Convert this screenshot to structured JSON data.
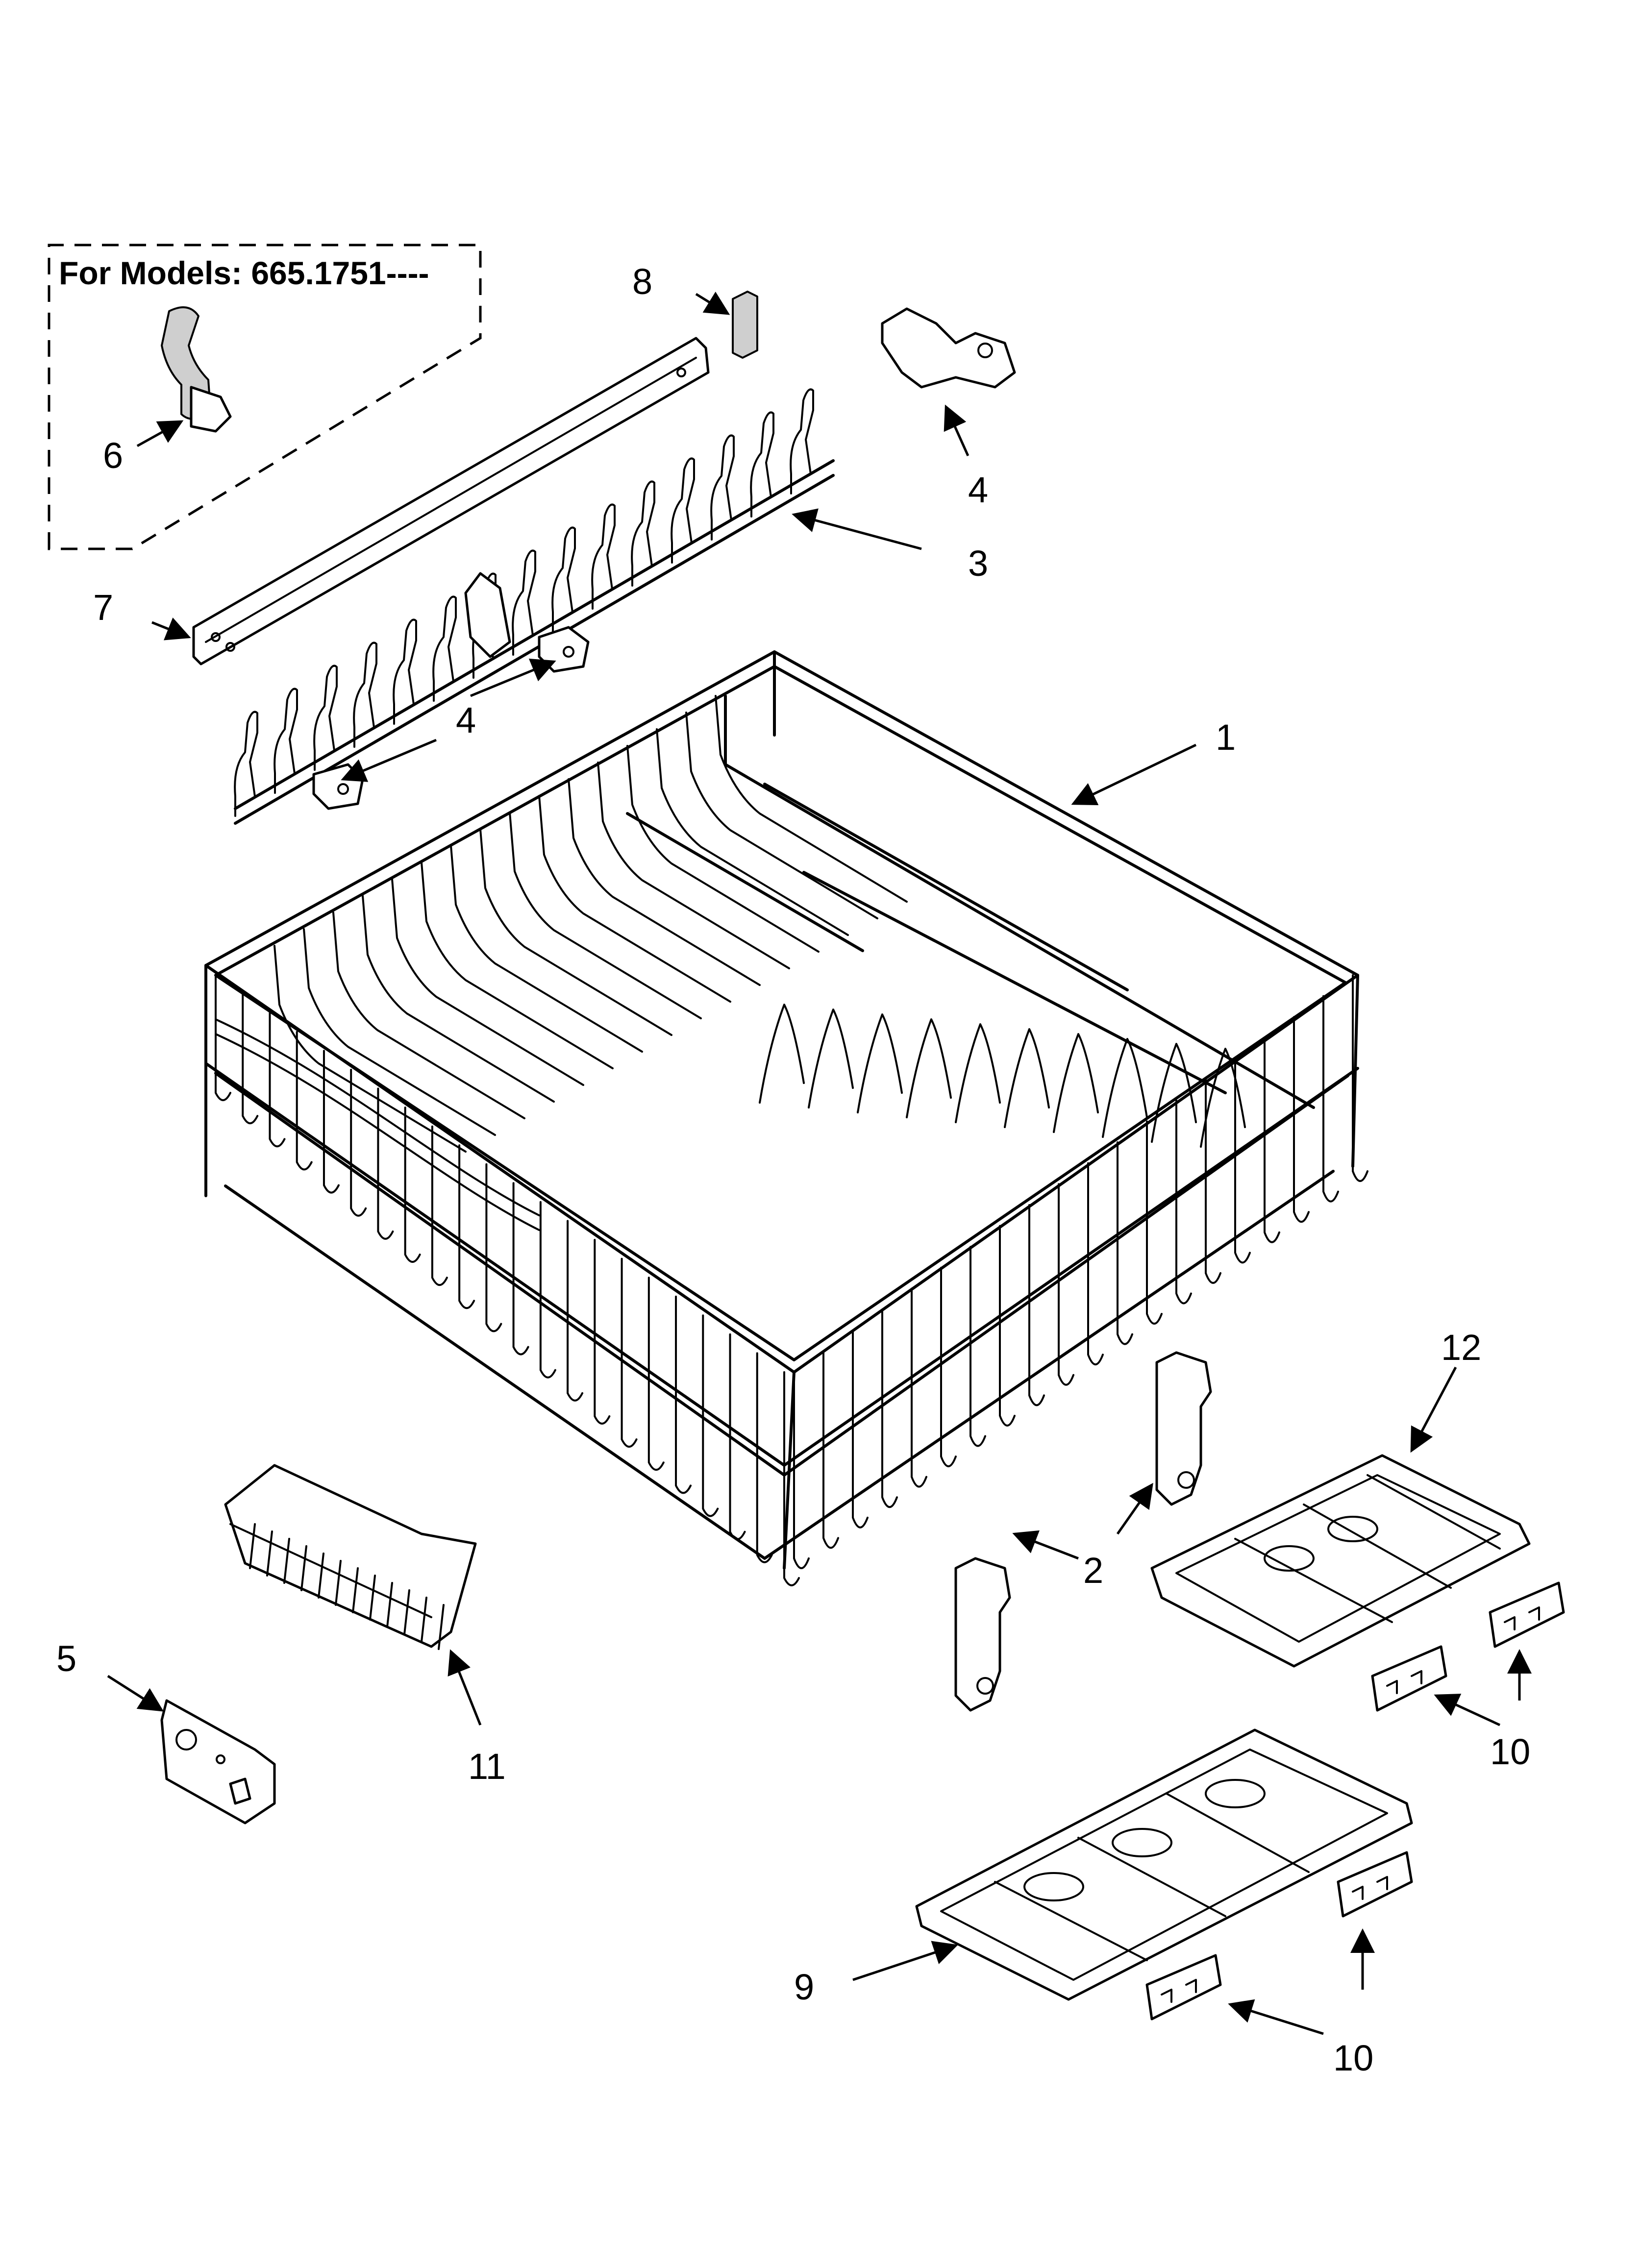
{
  "header": {
    "models_label": "For Models: 665.1751----"
  },
  "callouts": {
    "c1": "1",
    "c2": "2",
    "c3": "3",
    "c4a": "4",
    "c4b": "4",
    "c5": "5",
    "c6": "6",
    "c7": "7",
    "c8": "8",
    "c9": "9",
    "c10a": "10",
    "c10b": "10",
    "c11": "11",
    "c12": "12"
  }
}
